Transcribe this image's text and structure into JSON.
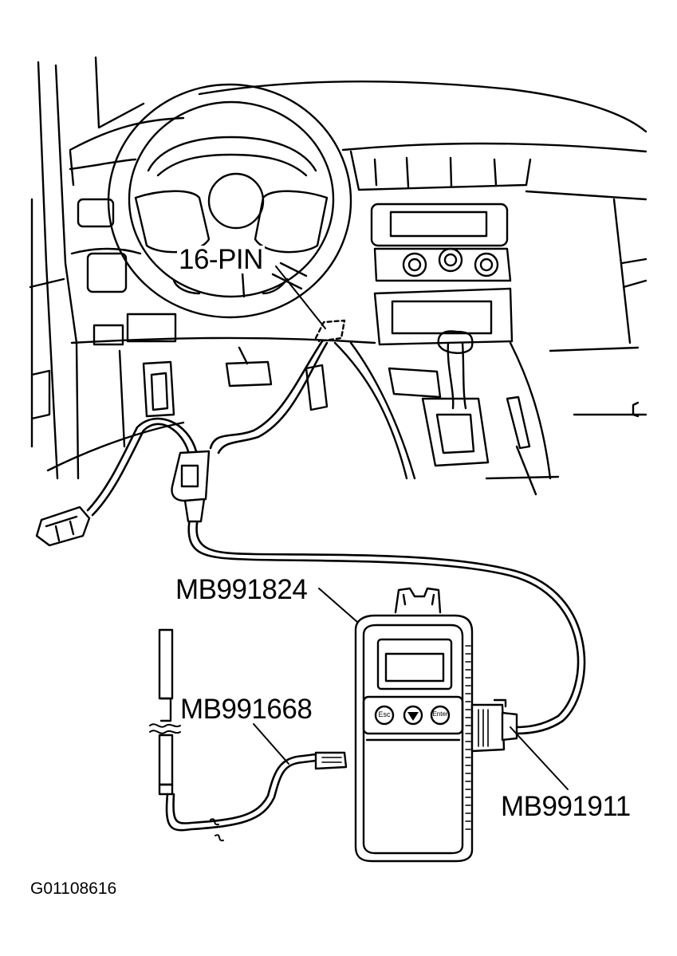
{
  "labels": {
    "connector": "16-PIN",
    "mb991824": "MB991824",
    "mb991668": "MB991668",
    "mb991911": "MB991911",
    "figure_id": "G01108616"
  },
  "button_icons": [
    "Esc",
    "▼",
    "Enter"
  ],
  "colors": {
    "line": "#000000",
    "background": "#ffffff"
  }
}
